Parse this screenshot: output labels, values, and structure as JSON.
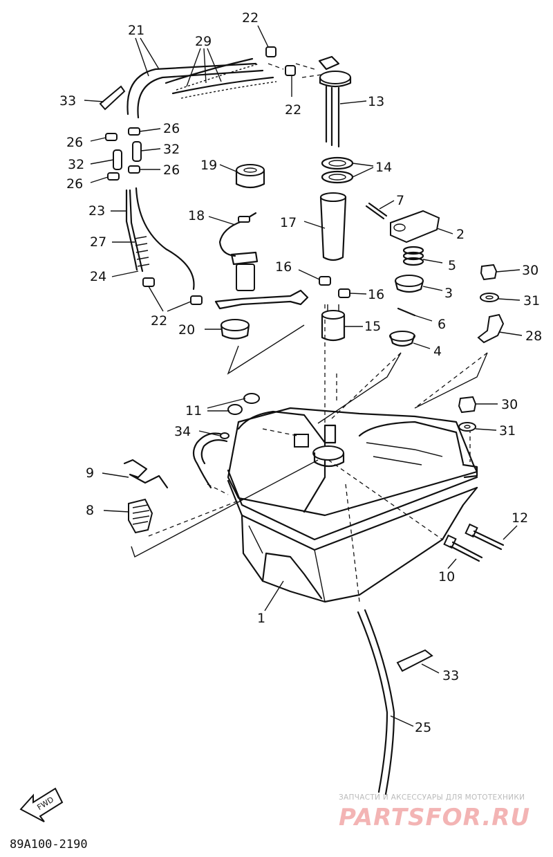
{
  "callouts": {
    "c1": "1",
    "c2": "2",
    "c3": "3",
    "c4": "4",
    "c5": "5",
    "c6": "6",
    "c7": "7",
    "c8": "8",
    "c9": "9",
    "c10": "10",
    "c11": "11",
    "c12": "12",
    "c13": "13",
    "c14": "14",
    "c15": "15",
    "c16a": "16",
    "c16b": "16",
    "c17": "17",
    "c18": "18",
    "c19": "19",
    "c20": "20",
    "c21": "21",
    "c22a": "22",
    "c22b": "22",
    "c22c": "22",
    "c23": "23",
    "c24": "24",
    "c25": "25",
    "c26a": "26",
    "c26b": "26",
    "c26c": "26",
    "c26d": "26",
    "c27": "27",
    "c28": "28",
    "c29": "29",
    "c30a": "30",
    "c30b": "30",
    "c31a": "31",
    "c31b": "31",
    "c32a": "32",
    "c32b": "32",
    "c33a": "33",
    "c33b": "33",
    "c34": "34"
  },
  "fwd_label": "FWD",
  "diagram_code": "89A100-2190",
  "watermark": {
    "line1": "ЗАПЧАСТИ И АКСЕССУАРЫ ДЛЯ МОТОТЕХНИКИ",
    "line2": "PARTSFOR.RU"
  }
}
